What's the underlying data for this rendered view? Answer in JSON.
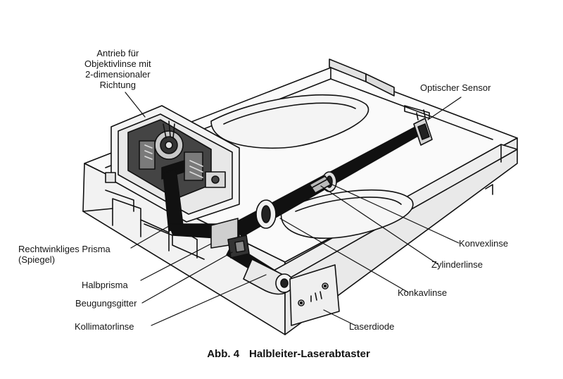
{
  "labels": {
    "drive": "Antrieb für\nObjektivlinse mit\n2-dimensionaler\nRichtung",
    "optical_sensor": "Optischer Sensor",
    "right_angle_prism": "Rechtwinkliges Prisma\n(Spiegel)",
    "half_prism": "Halbprisma",
    "diffraction_grating": "Beugungsgitter",
    "collimator_lens": "Kollimatorlinse",
    "convex_lens": "Konvexlinse",
    "cylinder_lens": "Zylinderlinse",
    "concave_lens": "Konkavlinse",
    "laser_diode": "Laserdiode"
  },
  "caption": {
    "number": "Abb. 4",
    "title": "Halbleiter-Laserabtaster"
  }
}
